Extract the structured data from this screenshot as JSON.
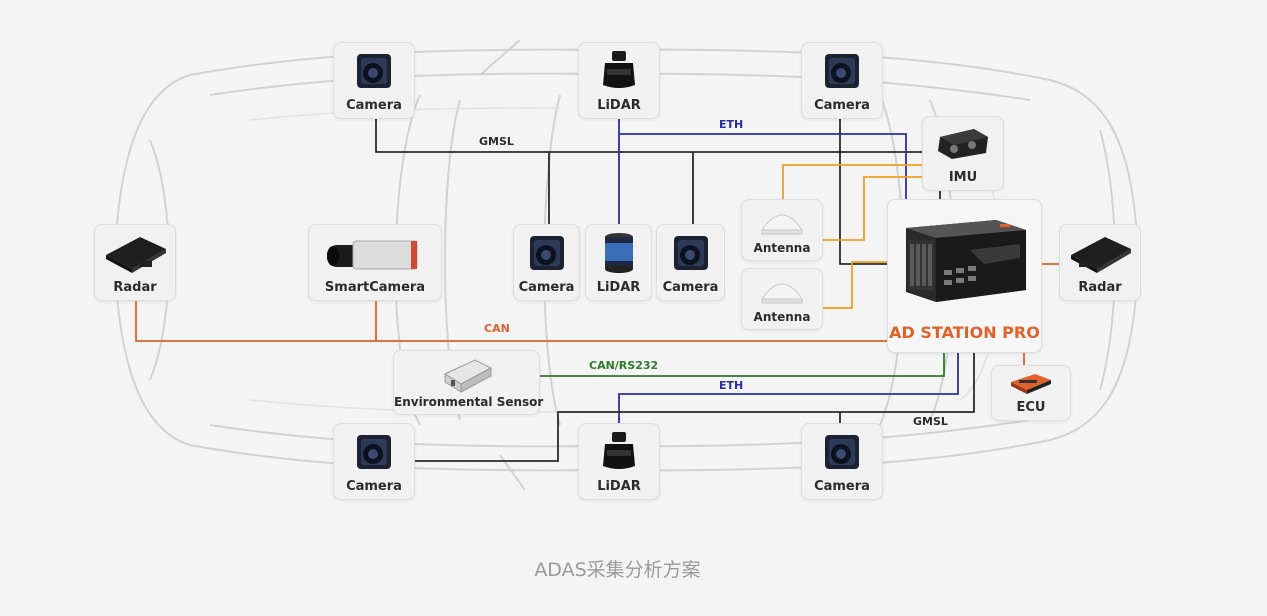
{
  "diagram": {
    "caption": "ADAS采集分析方案",
    "hub": {
      "label": "AD STATION PRO"
    },
    "nodes": {
      "camera_top_left": "Camera",
      "lidar_top": "LiDAR",
      "camera_top_right": "Camera",
      "imu": "IMU",
      "radar_left": "Radar",
      "smartcamera": "SmartCamera",
      "camera_mid_left": "Camera",
      "lidar_mid": "LiDAR",
      "camera_mid_right": "Camera",
      "antenna_1": "Antenna",
      "antenna_2": "Antenna",
      "radar_right": "Radar",
      "env_sensor": "Environmental Sensor",
      "ecu": "ECU",
      "camera_bottom_left": "Camera",
      "lidar_bottom": "LiDAR",
      "camera_bottom_right": "Camera"
    },
    "connections": {
      "gmsl_top": "GMSL",
      "eth_top": "ETH",
      "can": "CAN",
      "can_rs232": "CAN/RS232",
      "eth_bottom": "ETH",
      "gmsl_bottom": "GMSL"
    },
    "colors": {
      "gmsl": "#2a2a2a",
      "eth": "#2b2ea3",
      "can": "#e0612a",
      "can_rs232": "#2e7a2a",
      "gnss": "#f0a020",
      "accent": "#e0612a"
    }
  }
}
